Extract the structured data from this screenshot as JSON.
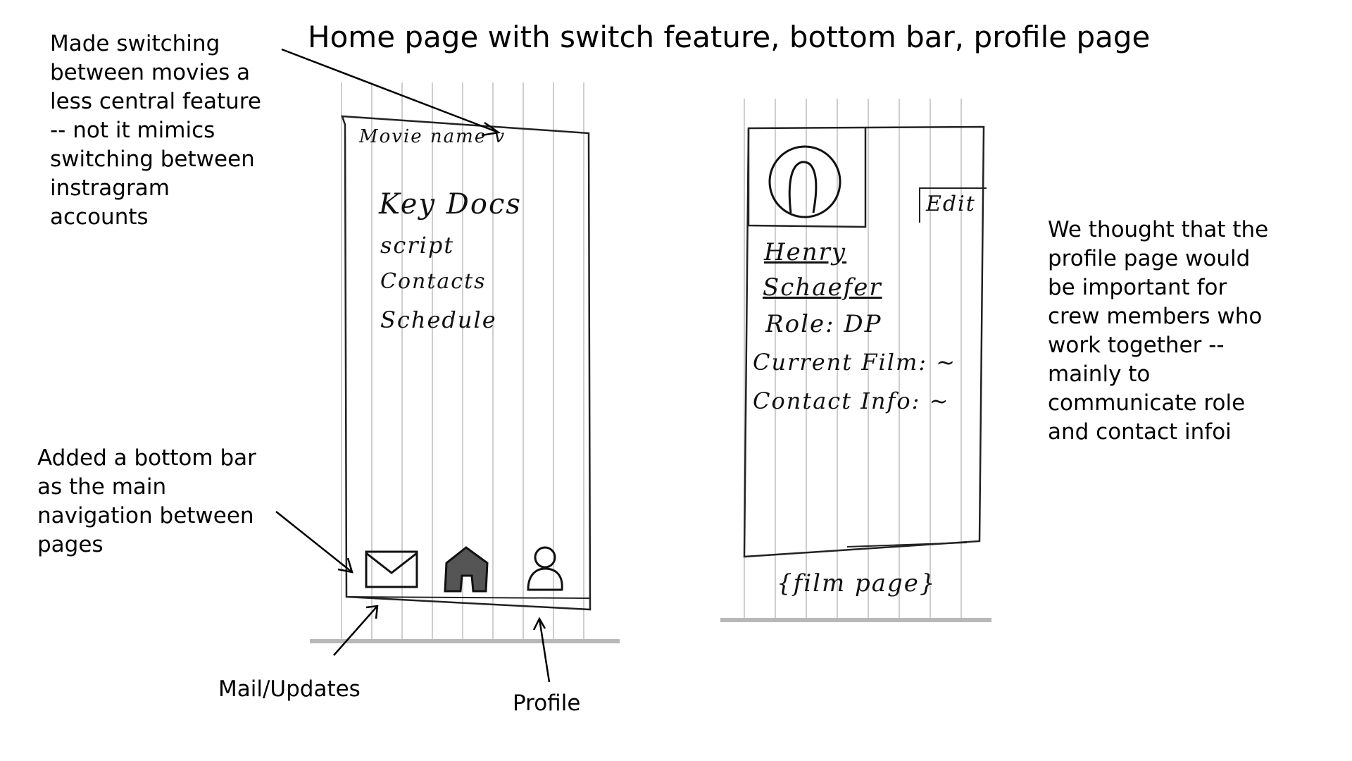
{
  "title": "Home page with switch feature, bottom bar, profile page",
  "notes": {
    "switch": "Made switching\nbetween movies a\nless central feature\n-- not it mimics\nswitching between\ninstragram\naccounts",
    "bottom_bar": "Added a bottom bar\nas the main\nnavigation between\npages",
    "profile": "We thought that the\nprofile page would\nbe important for\ncrew members who\nwork together --\nmainly to\ncommunicate role\nand contact infoi"
  },
  "labels": {
    "mail": "Mail/Updates",
    "profile": "Profile"
  },
  "home_sketch": {
    "movie_switcher": "Movie name v",
    "section_title": "Key Docs",
    "items": [
      "script",
      "Contacts",
      "Schedule"
    ],
    "bottom_bar_icons": [
      "mail-icon",
      "home-icon",
      "person-icon"
    ]
  },
  "profile_sketch": {
    "edit_button": "Edit",
    "first_name": "Henry",
    "last_name": "Schaefer",
    "role": "Role: DP",
    "current_film": "Current Film: ~",
    "contact_info": "Contact Info: ~",
    "film_page": "{film page}"
  }
}
